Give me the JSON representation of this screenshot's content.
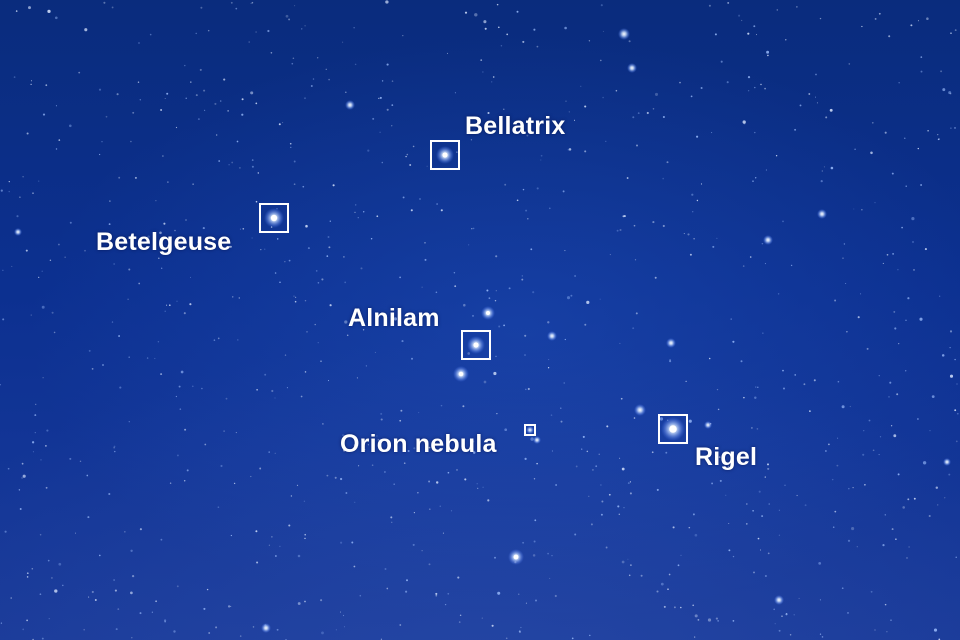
{
  "labels": {
    "bellatrix": "Bellatrix",
    "betelgeuse": "Betelgeuse",
    "alnilam": "Alnilam",
    "orion_nebula": "Orion nebula",
    "rigel": "Rigel"
  },
  "colors": {
    "sky_top": "#0a2c7d",
    "sky_bottom": "#1a3a98",
    "label": "#ffffff",
    "marker": "#ffffff"
  }
}
